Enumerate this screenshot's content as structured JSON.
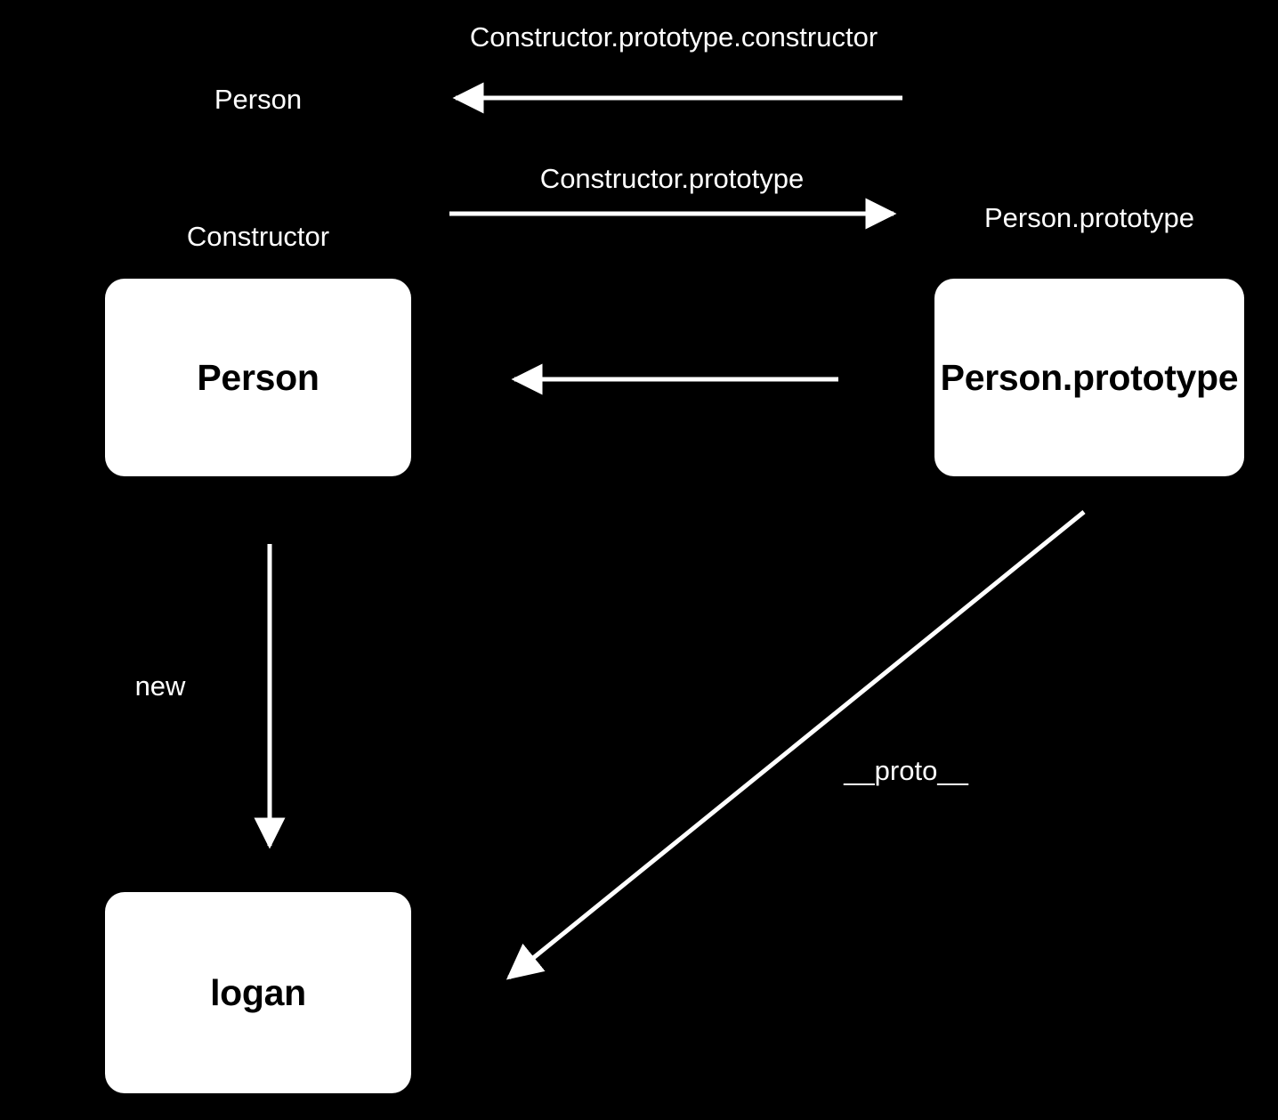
{
  "diagram": {
    "title": "JavaScript prototype chain diagram",
    "background_color": "#000000",
    "node_fill_color": "#ffffff",
    "node_text_color": "#000000",
    "edge_color": "#ffffff",
    "label_text_color": "#ffffff"
  },
  "nodes": [
    {
      "id": "person",
      "label": "Person",
      "caption": "Constructor"
    },
    {
      "id": "person_prototype",
      "label": "Person.prototype",
      "caption": "Person.prototype"
    },
    {
      "id": "logan",
      "label": "logan",
      "caption": ""
    }
  ],
  "captions": {
    "person_top": "Person",
    "constructor": "Constructor",
    "person_prototype": "Person.prototype"
  },
  "edges": [
    {
      "id": "ctor-proto-ctor",
      "label": "Constructor.prototype.constructor",
      "from": "Person.prototype",
      "to": "Person",
      "direction": "left"
    },
    {
      "id": "ctor-proto",
      "label": "Constructor.prototype",
      "from": "Person",
      "to": "Person.prototype",
      "direction": "right"
    },
    {
      "id": "proto-to-ctor-unlabeled",
      "label": "",
      "from": "Person.prototype",
      "to": "Person",
      "direction": "left"
    },
    {
      "id": "new",
      "label": "new",
      "from": "Person",
      "to": "logan",
      "direction": "down"
    },
    {
      "id": "proto",
      "label": "__proto__",
      "from": "logan",
      "to": "Person.prototype",
      "direction": "diagonal"
    }
  ]
}
